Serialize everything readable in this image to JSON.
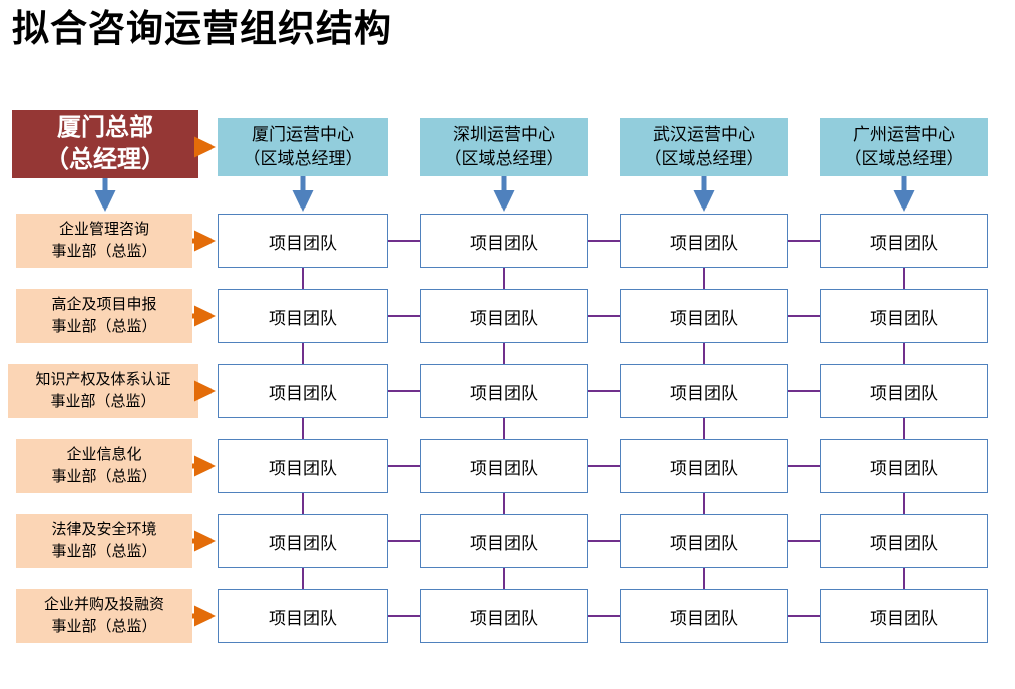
{
  "title": "拟合咨询运营组织结构",
  "headquarters": {
    "line1": "厦门总部",
    "line2": "（总经理）",
    "color": "#953735",
    "text_color": "#ffffff"
  },
  "centers": [
    {
      "name": "厦门运营中心",
      "role": "（区域总经理）"
    },
    {
      "name": "深圳运营中心",
      "role": "（区域总经理）"
    },
    {
      "name": "武汉运营中心",
      "role": "（区域总经理）"
    },
    {
      "name": "广州运营中心",
      "role": "（区域总经理）"
    }
  ],
  "center_color": "#92CDDC",
  "departments": [
    {
      "line1": "企业管理咨询",
      "line2": "事业部（总监）"
    },
    {
      "line1": "高企及项目申报",
      "line2": "事业部（总监）"
    },
    {
      "line1": "知识产权及体系认证",
      "line2": "事业部（总监）"
    },
    {
      "line1": "企业信息化",
      "line2": "事业部（总监）"
    },
    {
      "line1": "法律及安全环境",
      "line2": "事业部（总监）"
    },
    {
      "line1": "企业并购及投融资",
      "line2": "事业部（总监）"
    }
  ],
  "department_color": "#FBD5B5",
  "team_label": "项目团队",
  "team_box": {
    "border_color": "#4F81BD",
    "fill_color": "#ffffff"
  },
  "connector_color": "#70308C",
  "arrow_colors": {
    "orange": "#E36C09",
    "blue": "#4F81BD"
  },
  "grid": {
    "rows": 6,
    "columns": 4
  }
}
